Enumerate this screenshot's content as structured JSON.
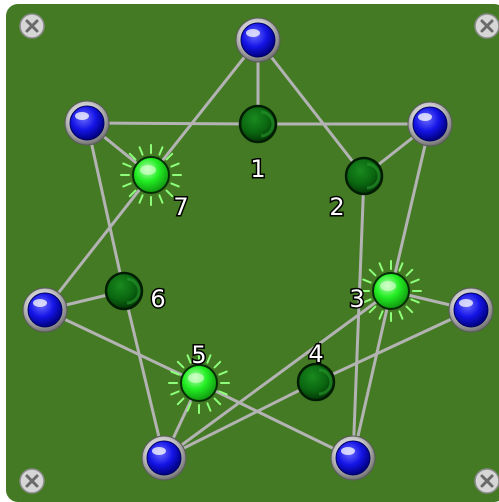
{
  "colors": {
    "board": "#437a23",
    "line": "#b3b3b3",
    "peg_blue": "#1414e6",
    "light_on": "#22ee22",
    "light_off": "#0a6610",
    "screw": "#bdbdbd"
  },
  "lights": [
    {
      "label": "1",
      "lit": false
    },
    {
      "label": "2",
      "lit": false
    },
    {
      "label": "3",
      "lit": true
    },
    {
      "label": "4",
      "lit": false
    },
    {
      "label": "5",
      "lit": true
    },
    {
      "label": "6",
      "lit": false
    },
    {
      "label": "7",
      "lit": true
    }
  ],
  "pegs": [
    {
      "icon": "blue-peg-icon"
    },
    {
      "icon": "blue-peg-icon"
    },
    {
      "icon": "blue-peg-icon"
    },
    {
      "icon": "blue-peg-icon"
    },
    {
      "icon": "blue-peg-icon"
    },
    {
      "icon": "blue-peg-icon"
    },
    {
      "icon": "blue-peg-icon"
    }
  ],
  "screws": [
    {
      "icon": "screw-icon"
    },
    {
      "icon": "screw-icon"
    },
    {
      "icon": "screw-icon"
    },
    {
      "icon": "screw-icon"
    }
  ]
}
